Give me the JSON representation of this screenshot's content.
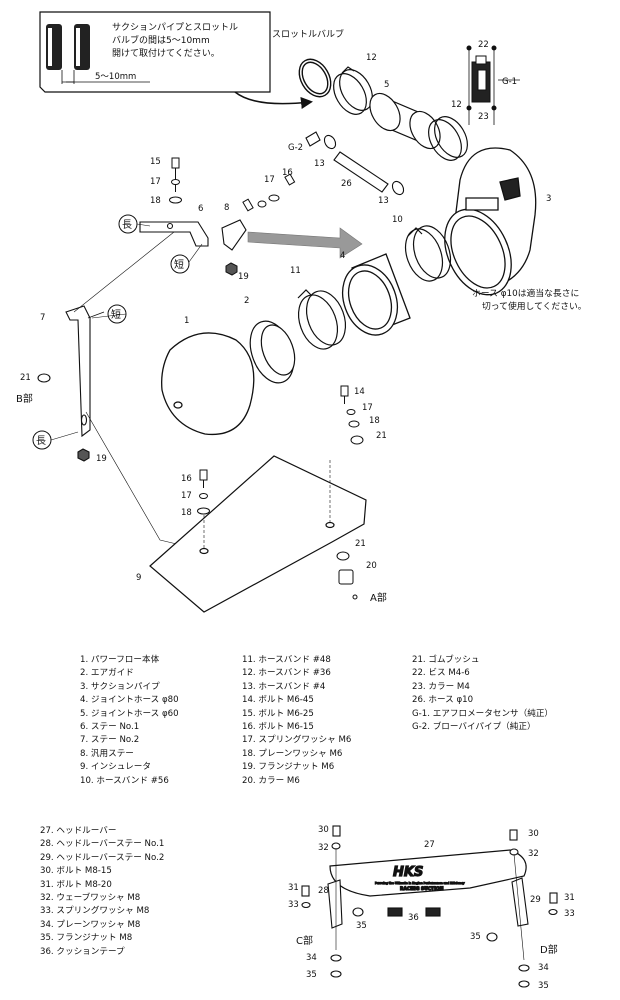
{
  "notes": {
    "gap_line1": "サクションパイプとスロットル",
    "gap_line2": "バルブの間は5～10mm",
    "gap_line3": "開けて取付けてください。",
    "gap_dim": "5～10mm",
    "throttle_valve": "スロットルバルブ",
    "hose_line1": "ホース φ10は適当な長さに",
    "hose_line2": "切って使用してください。"
  },
  "markers": {
    "long": "長",
    "short": "短",
    "section_a": "A部",
    "section_b": "B部",
    "section_c": "C部",
    "section_d": "D部"
  },
  "callouts": [
    "1",
    "2",
    "3",
    "4",
    "5",
    "6",
    "7",
    "8",
    "9",
    "10",
    "11",
    "12",
    "12",
    "13",
    "13",
    "14",
    "15",
    "16",
    "16",
    "17",
    "17",
    "17",
    "17",
    "18",
    "18",
    "18",
    "19",
    "19",
    "20",
    "21",
    "21",
    "21",
    "22",
    "23",
    "26",
    "27",
    "28",
    "29",
    "30",
    "30",
    "31",
    "31",
    "32",
    "32",
    "33",
    "33",
    "34",
    "34",
    "35",
    "35",
    "35",
    "36",
    "G-1",
    "G-2"
  ],
  "parts_col1": [
    "1. パワーフロー本体",
    "2. エアガイド",
    "3. サクションパイプ",
    "4. ジョイントホース φ80",
    "5. ジョイントホース φ60",
    "6. ステー No.1",
    "7. ステー No.2",
    "8. 汎用ステー",
    "9. インシュレータ",
    "10. ホースバンド #56"
  ],
  "parts_col2": [
    "11. ホースバンド #48",
    "12. ホースバンド #36",
    "13. ホースバンド #4",
    "14. ボルト M6-45",
    "15. ボルト M6-25",
    "16. ボルト M6-15",
    "17. スプリングワッシャ M6",
    "18. プレーンワッシャ M6",
    "19. フランジナット M6",
    "20. カラー M6"
  ],
  "parts_col3": [
    "21. ゴムブッシュ",
    "22. ビス M4-6",
    "23. カラー M4",
    "26. ホース φ10",
    "G-1. エアフロメータセンサ（純正）",
    "G-2. ブローバイパイプ（純正）"
  ],
  "parts_col4": [
    "27. ヘッドルーバー",
    "28. ヘッドルーバーステー No.1",
    "29. ヘッドルーバーステー No.2",
    "30. ボルト M8-15",
    "31. ボルト M8-20",
    "32. ウェーブワッシャ M8",
    "33. スプリングワッシャ M8",
    "34. プレーンワッシャ M8",
    "35. フランジナット M8",
    "36. クッションテープ"
  ],
  "logo": {
    "brand": "HKS",
    "tagline1": "Pursuing the Ultimate in Engine Performance and Efficiency",
    "tagline2": "RACING SUCTION"
  }
}
